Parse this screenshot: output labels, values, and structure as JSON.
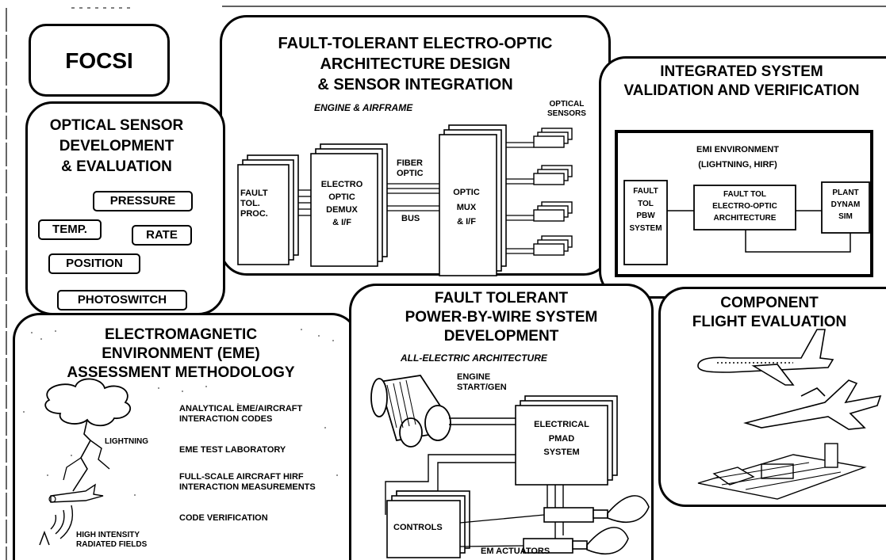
{
  "focsi": "FOCSI",
  "architecture": {
    "title_lines": [
      "FAULT-TOLERANT ELECTRO-OPTIC",
      "ARCHITECTURE DESIGN",
      "& SENSOR INTEGRATION"
    ],
    "subtitle": "ENGINE & AIRFRAME",
    "optical_sensors": [
      "OPTICAL",
      "SENSORS"
    ],
    "fault_tol_proc": [
      "FAULT",
      "TOL.",
      "PROC."
    ],
    "electro_optic_demux": [
      "ELECTRO",
      "OPTIC",
      "DEMUX",
      "& I/F"
    ],
    "fiber_optic": [
      "FIBER",
      "OPTIC"
    ],
    "bus": "BUS",
    "optic_mux": [
      "OPTIC",
      "MUX",
      "& I/F"
    ]
  },
  "sensor_dev": {
    "title_lines": [
      "OPTICAL SENSOR",
      "DEVELOPMENT",
      "& EVALUATION"
    ],
    "pressure": "PRESSURE",
    "temp": "TEMP.",
    "rate": "RATE",
    "position": "POSITION",
    "photoswitch": "PHOTOSWITCH"
  },
  "validation": {
    "title_lines": [
      "INTEGRATED SYSTEM",
      "VALIDATION AND VERIFICATION"
    ],
    "emi_env": [
      "EMI ENVIRONMENT",
      "(LIGHTNING, HIRF)"
    ],
    "fault_tol_pbw": [
      "FAULT",
      "TOL",
      "PBW",
      "SYSTEM"
    ],
    "fault_tol_eo": [
      "FAULT TOL",
      "ELECTRO-OPTIC",
      "ARCHITECTURE"
    ],
    "plant_dynam": [
      "PLANT",
      "DYNAM",
      "SIM"
    ]
  },
  "eme": {
    "title_lines": [
      "ELECTROMAGNETIC",
      "ENVIRONMENT (EME)",
      "ASSESSMENT METHODOLOGY"
    ],
    "analytical": [
      "ANALYTICAL EME/AIRCRAFT",
      "INTERACTION CODES"
    ],
    "lightning": "LIGHTNING",
    "test_lab": "EME TEST LABORATORY",
    "full_scale": [
      "FULL-SCALE AIRCRAFT HIRF",
      "INTERACTION MEASUREMENTS"
    ],
    "code_verification": "CODE VERIFICATION",
    "hirf": [
      "HIGH INTENSITY",
      "RADIATED FIELDS"
    ]
  },
  "pbw": {
    "title_lines": [
      "FAULT TOLERANT",
      "POWER-BY-WIRE SYSTEM",
      "DEVELOPMENT"
    ],
    "subtitle": "ALL-ELECTRIC ARCHITECTURE",
    "engine": [
      "ENGINE",
      "START/GEN"
    ],
    "pmad": [
      "ELECTRICAL",
      "PMAD",
      "SYSTEM"
    ],
    "controls": "CONTROLS",
    "em_actuators": "EM ACTUATORS"
  },
  "flight": {
    "title_lines": [
      "COMPONENT",
      "FLIGHT EVALUATION"
    ]
  }
}
